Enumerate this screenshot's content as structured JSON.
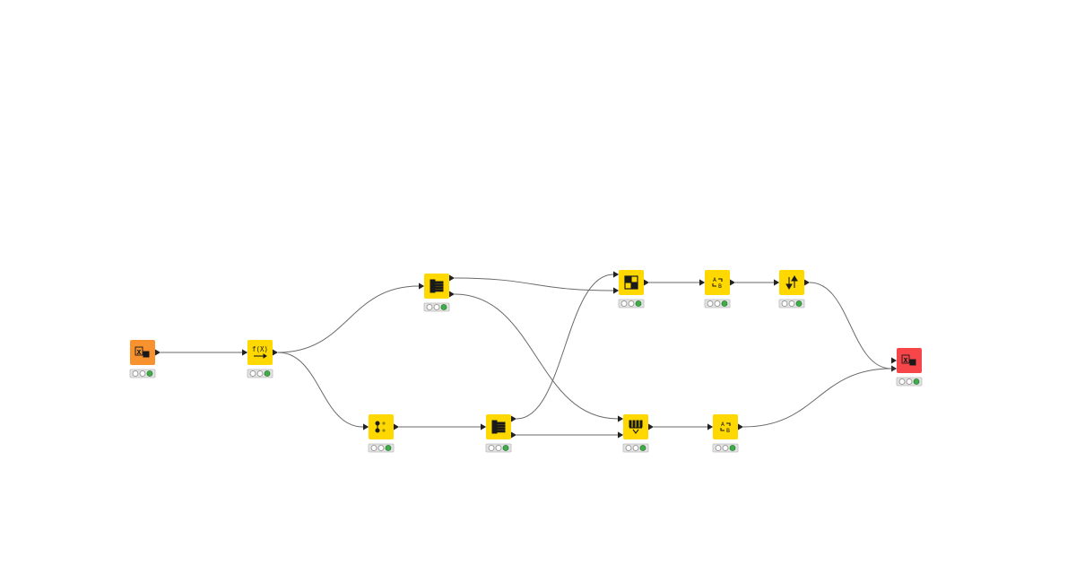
{
  "workflow": {
    "colors": {
      "source": "#f7922e",
      "manipulator": "#ffd800",
      "sink": "#f6464a",
      "edge": "#6a6a6a",
      "status_ok": "#3fae49"
    },
    "nodes": [
      {
        "id": "excel-reader",
        "icon": "excel-reader-icon",
        "kind": "source",
        "status": [
          "idle",
          "idle",
          "executed"
        ]
      },
      {
        "id": "math-formula",
        "icon": "math-formula-icon",
        "kind": "manipulator",
        "status": [
          "idle",
          "idle",
          "executed"
        ]
      },
      {
        "id": "row-splitter-top",
        "icon": "row-splitter-icon",
        "kind": "manipulator",
        "status": [
          "idle",
          "idle",
          "executed"
        ]
      },
      {
        "id": "rule-engine",
        "icon": "rule-engine-icon",
        "kind": "manipulator",
        "status": [
          "idle",
          "idle",
          "executed"
        ]
      },
      {
        "id": "row-splitter-bottom",
        "icon": "row-splitter-icon",
        "kind": "manipulator",
        "status": [
          "idle",
          "idle",
          "executed"
        ]
      },
      {
        "id": "joiner-top",
        "icon": "joiner-icon",
        "kind": "manipulator",
        "status": [
          "idle",
          "idle",
          "executed"
        ]
      },
      {
        "id": "string-replacer-top",
        "icon": "string-replacer-icon",
        "kind": "manipulator",
        "status": [
          "idle",
          "idle",
          "executed"
        ]
      },
      {
        "id": "sorter",
        "icon": "sort-icon",
        "kind": "manipulator",
        "status": [
          "idle",
          "idle",
          "executed"
        ]
      },
      {
        "id": "concatenate-bottom",
        "icon": "concatenate-icon",
        "kind": "manipulator",
        "status": [
          "idle",
          "idle",
          "executed"
        ]
      },
      {
        "id": "string-replacer-bottom",
        "icon": "string-replacer-icon",
        "kind": "manipulator",
        "status": [
          "idle",
          "idle",
          "executed"
        ]
      },
      {
        "id": "excel-writer",
        "icon": "excel-writer-icon",
        "kind": "sink",
        "status": [
          "idle",
          "idle",
          "executed"
        ]
      }
    ],
    "connections": [
      {
        "from": "excel-reader",
        "to": "math-formula"
      },
      {
        "from": "math-formula",
        "to": "row-splitter-top"
      },
      {
        "from": "math-formula",
        "to": "rule-engine"
      },
      {
        "from": "row-splitter-top",
        "to": "joiner-top",
        "from_port": "upper"
      },
      {
        "from": "row-splitter-top",
        "to": "concatenate-bottom",
        "from_port": "lower"
      },
      {
        "from": "rule-engine",
        "to": "row-splitter-bottom"
      },
      {
        "from": "row-splitter-bottom",
        "to": "joiner-top",
        "from_port": "upper"
      },
      {
        "from": "row-splitter-bottom",
        "to": "concatenate-bottom",
        "from_port": "lower"
      },
      {
        "from": "joiner-top",
        "to": "string-replacer-top"
      },
      {
        "from": "string-replacer-top",
        "to": "sorter"
      },
      {
        "from": "sorter",
        "to": "excel-writer"
      },
      {
        "from": "concatenate-bottom",
        "to": "string-replacer-bottom"
      },
      {
        "from": "string-replacer-bottom",
        "to": "excel-writer"
      }
    ]
  }
}
